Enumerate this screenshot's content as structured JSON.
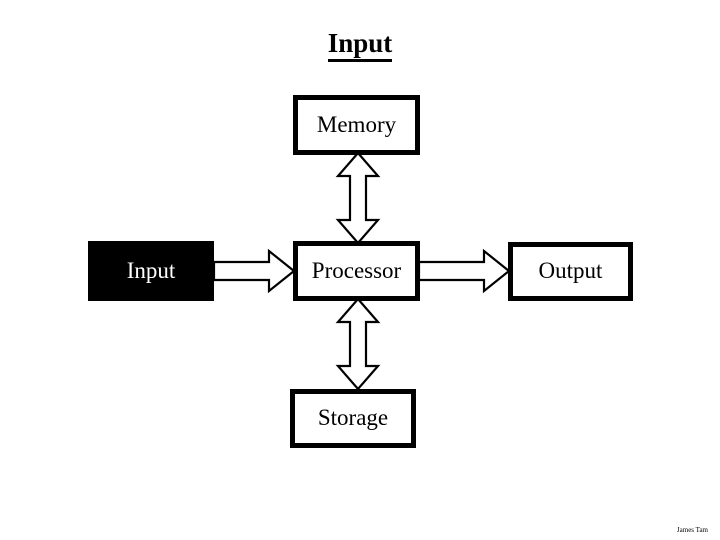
{
  "slide": {
    "title": "Input",
    "background_color": "#ffffff",
    "credit": "James Tam"
  },
  "diagram": {
    "type": "block-diagram",
    "nodes": [
      {
        "id": "memory",
        "label": "Memory",
        "fill": "#ffffff",
        "text_color": "#000000",
        "border_color": "#000000",
        "style": "outlined"
      },
      {
        "id": "input",
        "label": "Input",
        "fill": "#000000",
        "text_color": "#ffffff",
        "border_color": "#000000",
        "style": "filled"
      },
      {
        "id": "processor",
        "label": "Processor",
        "fill": "#ffffff",
        "text_color": "#000000",
        "border_color": "#000000",
        "style": "outlined"
      },
      {
        "id": "output",
        "label": "Output",
        "fill": "#ffffff",
        "text_color": "#000000",
        "border_color": "#000000",
        "style": "outlined"
      },
      {
        "id": "storage",
        "label": "Storage",
        "fill": "#ffffff",
        "text_color": "#000000",
        "border_color": "#000000",
        "style": "outlined"
      }
    ],
    "connectors": [
      {
        "id": "memory-processor",
        "from": "memory",
        "to": "processor",
        "direction": "bidirectional",
        "orientation": "vertical"
      },
      {
        "id": "input-processor",
        "from": "input",
        "to": "processor",
        "direction": "unidirectional",
        "orientation": "horizontal"
      },
      {
        "id": "processor-output",
        "from": "processor",
        "to": "output",
        "direction": "unidirectional",
        "orientation": "horizontal"
      },
      {
        "id": "processor-storage",
        "from": "processor",
        "to": "storage",
        "direction": "bidirectional",
        "orientation": "vertical"
      }
    ]
  }
}
